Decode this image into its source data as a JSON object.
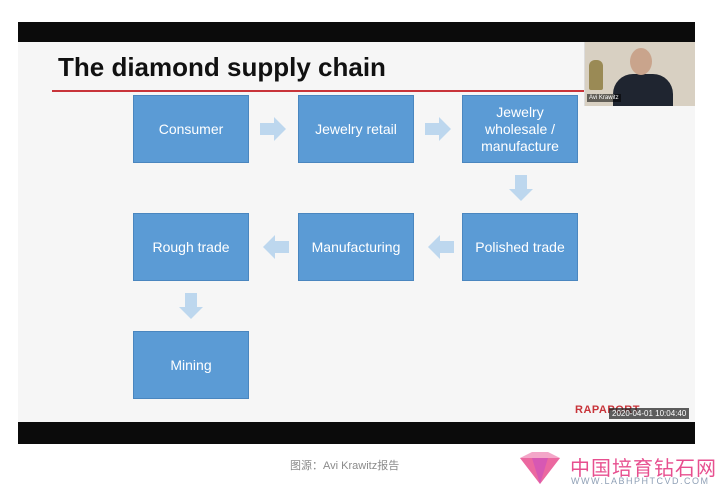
{
  "slide": {
    "title": "The diamond supply chain",
    "boxes": {
      "consumer": "Consumer",
      "jewelry_retail": "Jewelry retail",
      "jewelry_wholesale": "Jewelry wholesale / manufacture",
      "polished_trade": "Polished trade",
      "manufacturing": "Manufacturing",
      "rough_trade": "Rough trade",
      "mining": "Mining"
    },
    "brand": "RAPAPORT",
    "timestamp": "2020-04-01  10:04:40"
  },
  "video": {
    "speaker_name": "Avi Krawitz"
  },
  "caption": "图源：Avi Krawitz报告",
  "watermark": {
    "title": "中国培育钻石网",
    "url": "WWW.LABHPHTCVD.COM"
  },
  "colors": {
    "box": "#5b9bd5",
    "arrow": "#bdd7ee",
    "accent": "#c8343a",
    "watermark": "#e74f8f"
  }
}
